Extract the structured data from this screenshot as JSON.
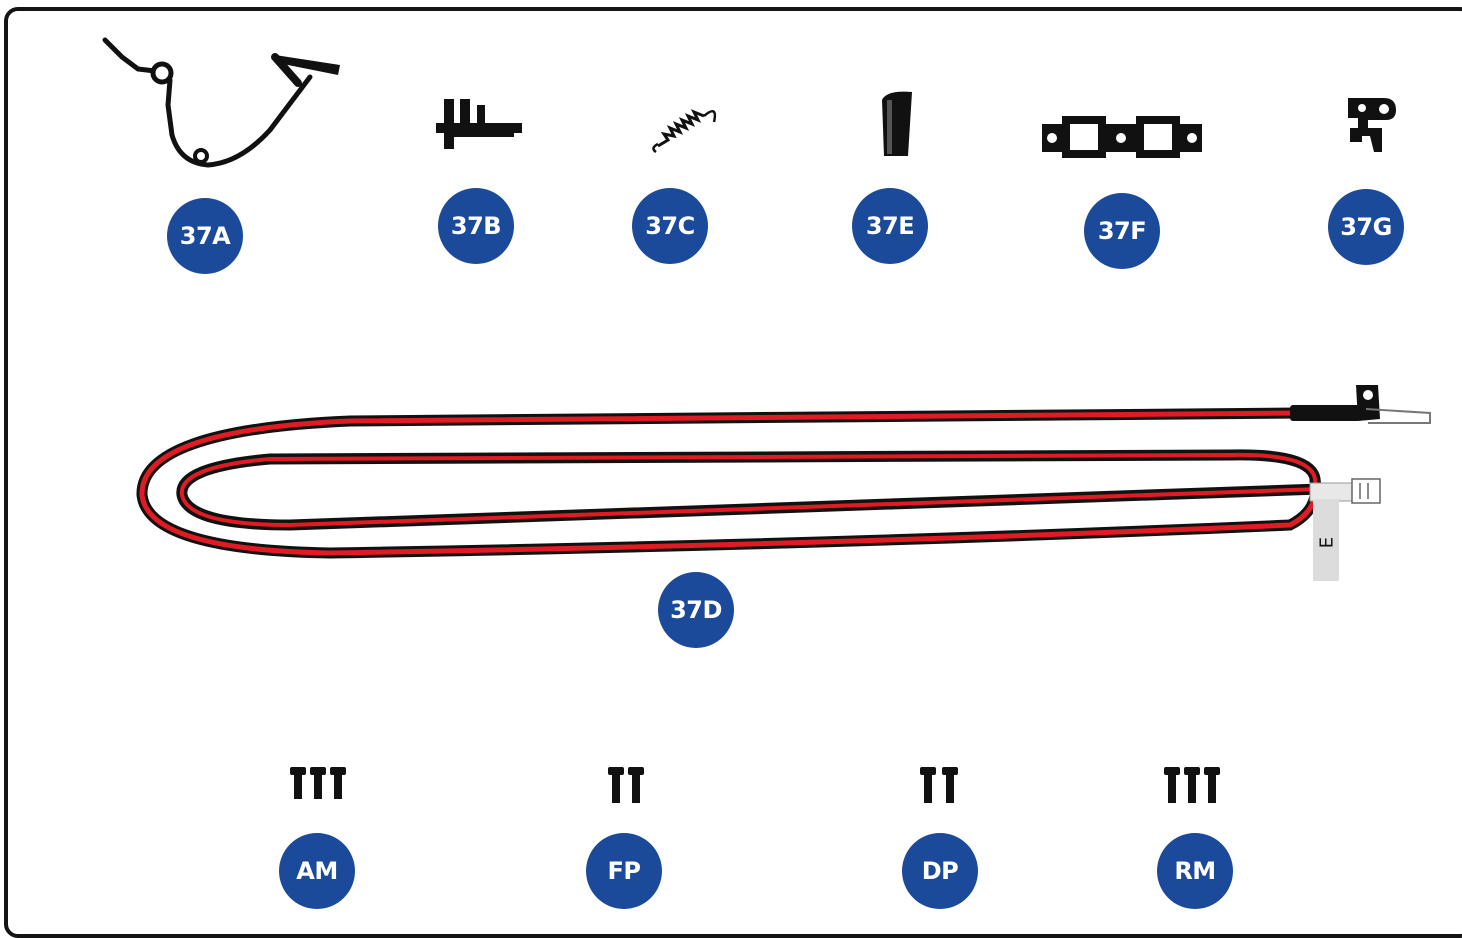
{
  "colors": {
    "badge": "#1b4a9a",
    "frame": "#141414",
    "wire_red": "#e01b24",
    "wire_black": "#111111",
    "part_black": "#111111"
  },
  "parts": [
    {
      "id": "37A",
      "label": "37A",
      "icon": "bracket-arm-icon"
    },
    {
      "id": "37B",
      "label": "37B",
      "icon": "clip-icon"
    },
    {
      "id": "37C",
      "label": "37C",
      "icon": "spring-icon"
    },
    {
      "id": "37E",
      "label": "37E",
      "icon": "pin-icon"
    },
    {
      "id": "37F",
      "label": "37F",
      "icon": "gasket-plate-icon"
    },
    {
      "id": "37G",
      "label": "37G",
      "icon": "hook-icon"
    },
    {
      "id": "37D",
      "label": "37D",
      "icon": "wire-harness-icon",
      "tag_text": "E"
    }
  ],
  "screws": [
    {
      "id": "AM",
      "label": "AM",
      "count": 3
    },
    {
      "id": "FP",
      "label": "FP",
      "count": 2
    },
    {
      "id": "DP",
      "label": "DP",
      "count": 2
    },
    {
      "id": "RM",
      "label": "RM",
      "count": 3
    }
  ]
}
